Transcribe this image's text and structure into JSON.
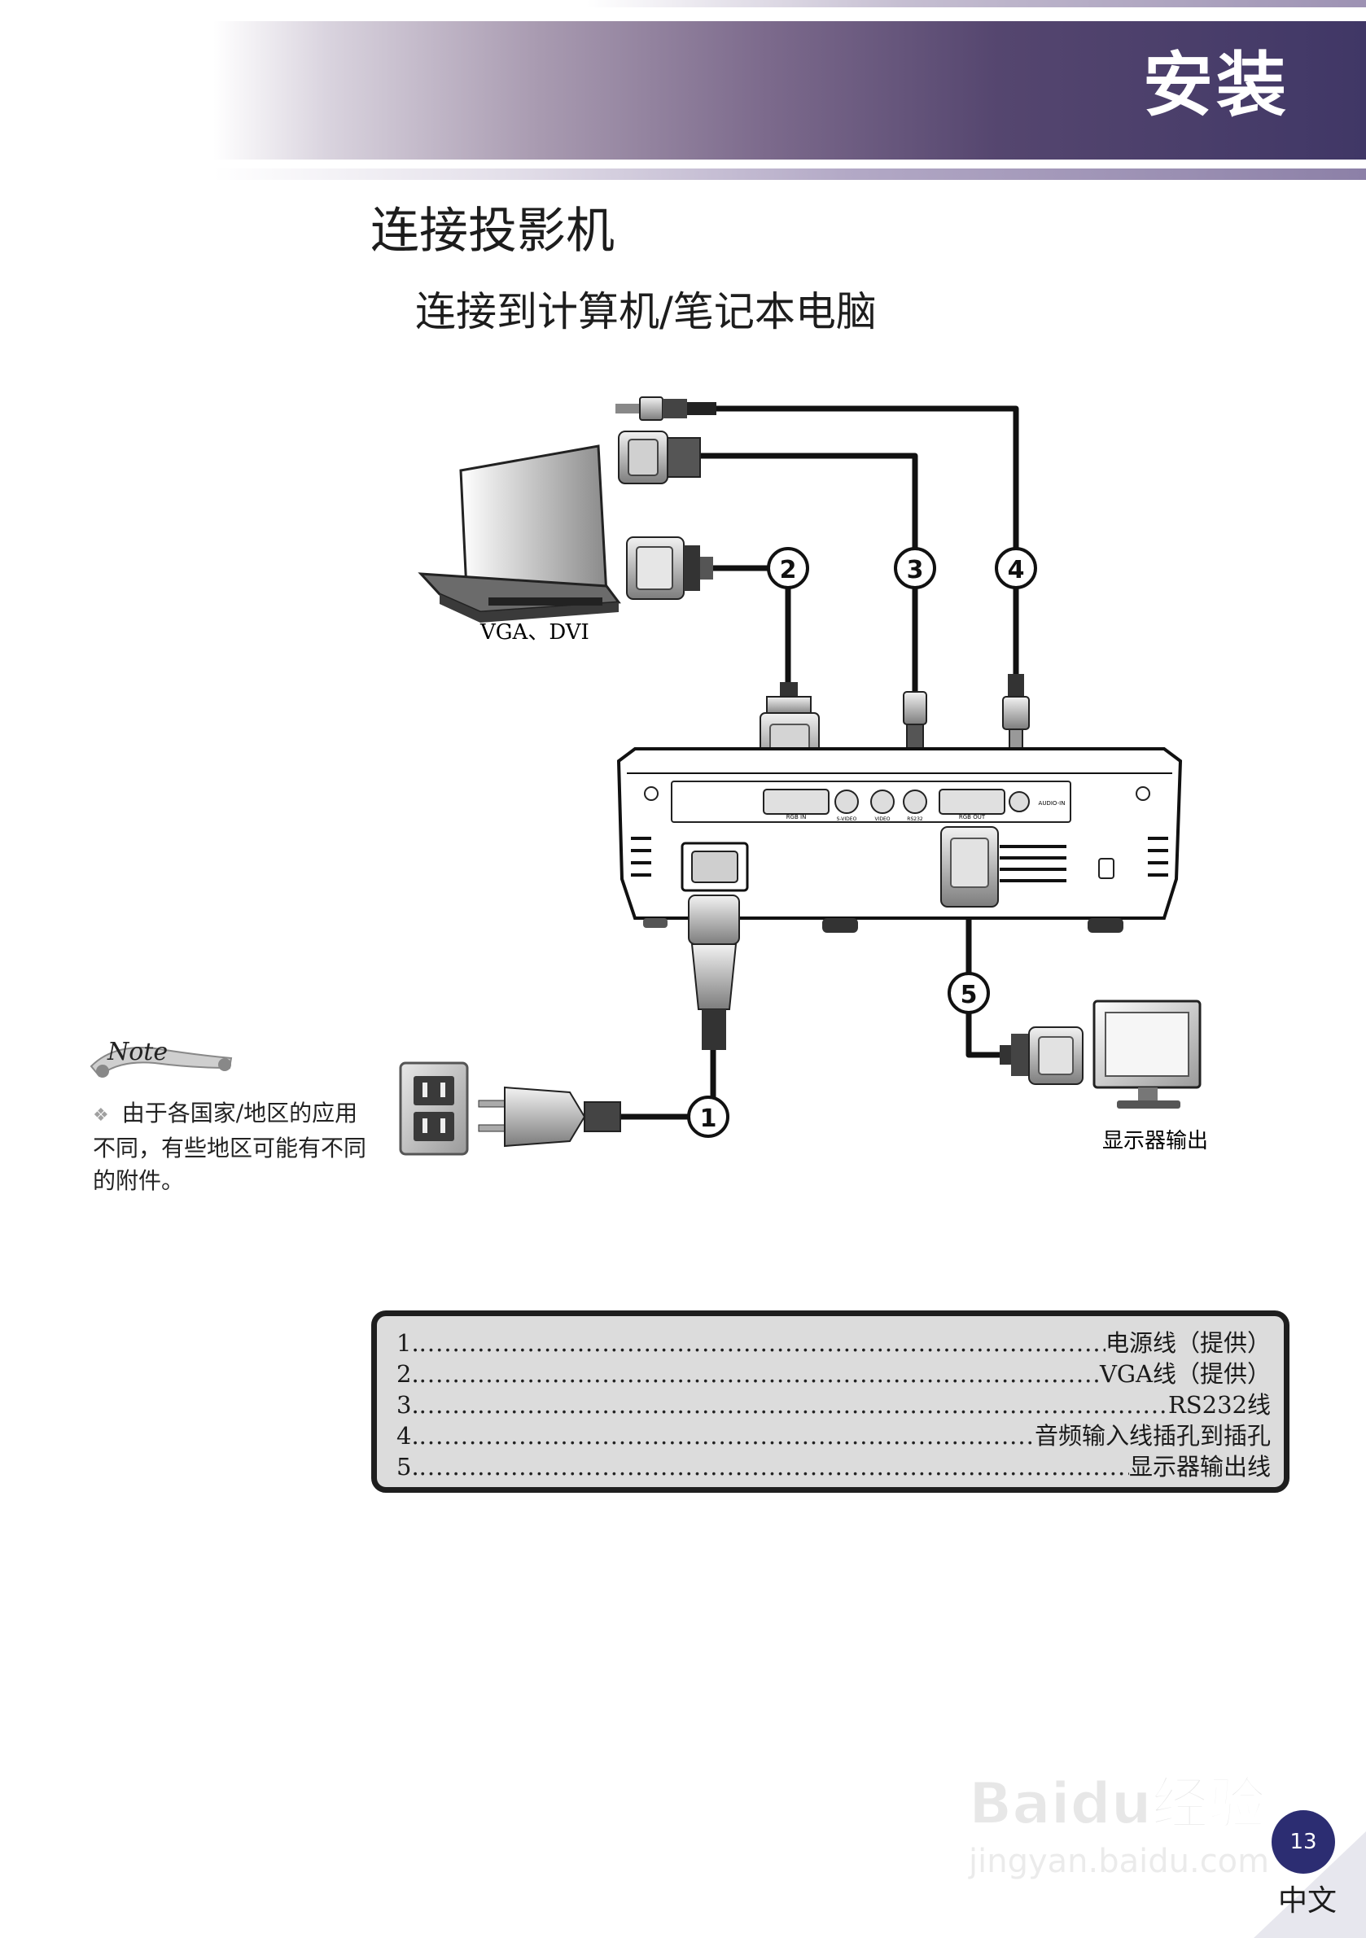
{
  "header": {
    "section_title": "安装",
    "accent_color": "#403766"
  },
  "page": {
    "heading": "连接投影机",
    "subheading": "连接到计算机/笔记本电脑"
  },
  "diagram": {
    "laptop_label": "VGA、DVI",
    "monitor_label": "显示器输出",
    "callouts": [
      "1",
      "2",
      "3",
      "4",
      "5"
    ],
    "port_labels": [
      "RGB IN",
      "S-VIDEO",
      "VIDEO",
      "RS232",
      "RGB OUT",
      "AUDIO-IN"
    ]
  },
  "note": {
    "logo_text": "Note",
    "bullet": "❖",
    "text": "由于各国家/地区的应用不同，有些地区可能有不同的附件。"
  },
  "legend": {
    "items": [
      {
        "num": "1.",
        "text": "电源线（提供）"
      },
      {
        "num": "2.",
        "text": "VGA线（提供）"
      },
      {
        "num": "3.",
        "text": "RS232线"
      },
      {
        "num": "4.",
        "text": "音频输入线插孔到插孔"
      },
      {
        "num": "5.",
        "text": "显示器输出线"
      }
    ]
  },
  "footer": {
    "page_number": "13",
    "language": "中文",
    "watermark_text": "Baidu经验",
    "watermark_url": "jingyan.baidu.com"
  }
}
